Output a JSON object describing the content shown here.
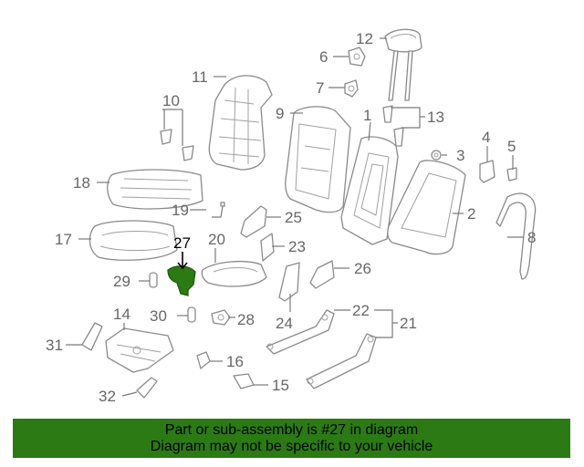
{
  "colors": {
    "highlight_part": "#2b7a14",
    "banner_background": "#2b7a14",
    "line_art": "#8a8a8a",
    "callout_text": "#666666"
  },
  "highlighted_callout": "27",
  "callouts": {
    "c1": "1",
    "c2": "2",
    "c3": "3",
    "c4": "4",
    "c5": "5",
    "c6": "6",
    "c7": "7",
    "c8": "8",
    "c9": "9",
    "c10": "10",
    "c11": "11",
    "c12": "12",
    "c13": "13",
    "c14": "14",
    "c15": "15",
    "c16": "16",
    "c17": "17",
    "c18": "18",
    "c19": "19",
    "c20": "20",
    "c21": "21",
    "c22": "22",
    "c23": "23",
    "c24": "24",
    "c25": "25",
    "c26": "26",
    "c27": "27",
    "c28": "28",
    "c29": "29",
    "c30": "30",
    "c31": "31",
    "c32": "32"
  },
  "banner": {
    "line1": "Part or sub-assembly is #27 in diagram",
    "line2": "Diagram may not be specific to your vehicle"
  }
}
